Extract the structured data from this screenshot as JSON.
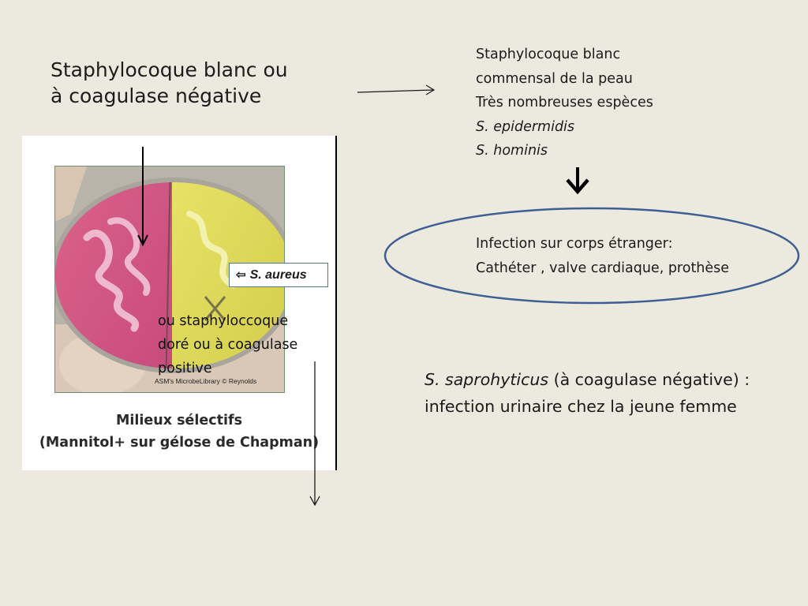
{
  "slide": {
    "title_lines": [
      "Staphylocoque blanc ou",
      "à coagulase négative"
    ],
    "right_list": {
      "line1": "Staphylocoque blanc",
      "line2": "commensal de la peau",
      "line3": "Très nombreuses espèces",
      "line4": "S. epidermidis",
      "line5": "S. hominis"
    },
    "infection": {
      "line1": "Infection sur corps étranger:",
      "line2": "Cathéter , valve cardiaque, prothèse"
    },
    "saprophyticus": {
      "species": "S. saprohyticus",
      "line1_rest": " (à coagulase négative) :",
      "line2": "infection urinaire chez la jeune femme"
    },
    "photo": {
      "label": "S. aureus",
      "credit": "ASM's MicrobeLibrary © Reynolds",
      "caption_line1": "Milieux sélectifs",
      "caption_line2": "(Mannitol+ sur gélose de Chapman)"
    },
    "aureus_alt": {
      "line1": "ou staphyloccoque",
      "line2": "doré ou à coagulase",
      "line3": "positive"
    }
  },
  "colors": {
    "background": "#ece9df",
    "ellipse_stroke": "#3f5f93",
    "agar_pink": "#d0457f",
    "agar_yellow": "#dcd642"
  }
}
